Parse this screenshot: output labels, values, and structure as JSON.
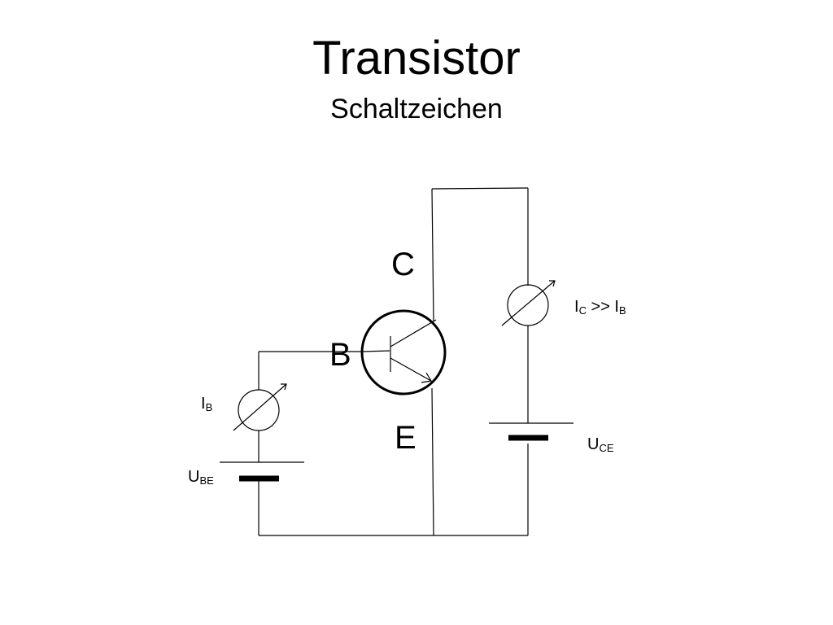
{
  "slide": {
    "title": "Transistor",
    "subtitle": "Schaltzeichen"
  },
  "terminals": {
    "collector": "C",
    "base": "B",
    "emitter": "E"
  },
  "labels": {
    "ib_main": "I",
    "ib_sub": "B",
    "ube_main": "U",
    "ube_sub": "BE",
    "ic_main": "I",
    "ic_sub": "C",
    "ic_relation": " >> I",
    "ic_relation_sub": "B",
    "uce_main": "U",
    "uce_sub": "CE"
  },
  "colors": {
    "line": "#000000",
    "background": "#ffffff"
  }
}
